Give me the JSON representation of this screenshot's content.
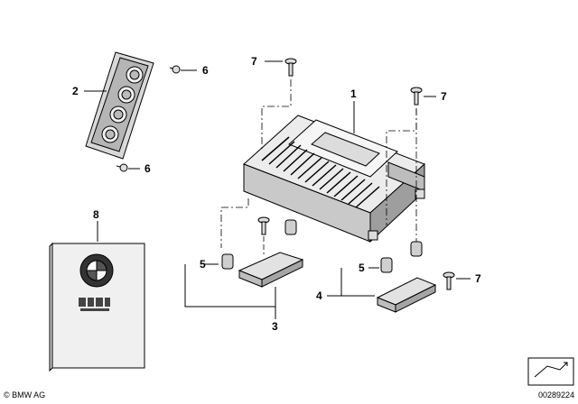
{
  "callouts": {
    "c1": "1",
    "c2": "2",
    "c3": "3",
    "c4": "4",
    "c5a": "5",
    "c5b": "5",
    "c6a": "6",
    "c6b": "6",
    "c7a": "7",
    "c7b": "7",
    "c7c": "7",
    "c8": "8"
  },
  "footer": {
    "copyright": "© BMW AG",
    "part_number": "00289224"
  },
  "colors": {
    "line": "#000000",
    "part_fill": "#e6e6e6",
    "part_dark": "#9a9a9a",
    "booklet_fill": "#f0f0f0"
  }
}
